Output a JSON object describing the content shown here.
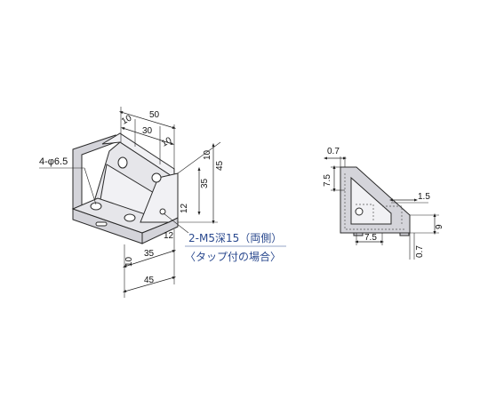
{
  "iso_view": {
    "hole_callout": "4-φ6.5",
    "dims": {
      "top_width": "50",
      "top_left": "10",
      "top_mid": "30",
      "top_right": "10",
      "right_top": "10",
      "right_height": "45",
      "right_inner": "35",
      "right_lower": "12",
      "bottom_left": "10",
      "bottom_mid": "35",
      "bottom_side": "12",
      "bottom_total": "45"
    }
  },
  "callout": {
    "line1": "2-M5深15（両側）",
    "line2": "〈タップ付の場合〉"
  },
  "side_view": {
    "dims": {
      "top_offset": "0.7",
      "left_height": "7.5",
      "right_width": "1.5",
      "right_height": "9",
      "bottom_width": "7.5",
      "bottom_offset": "0.7"
    }
  }
}
